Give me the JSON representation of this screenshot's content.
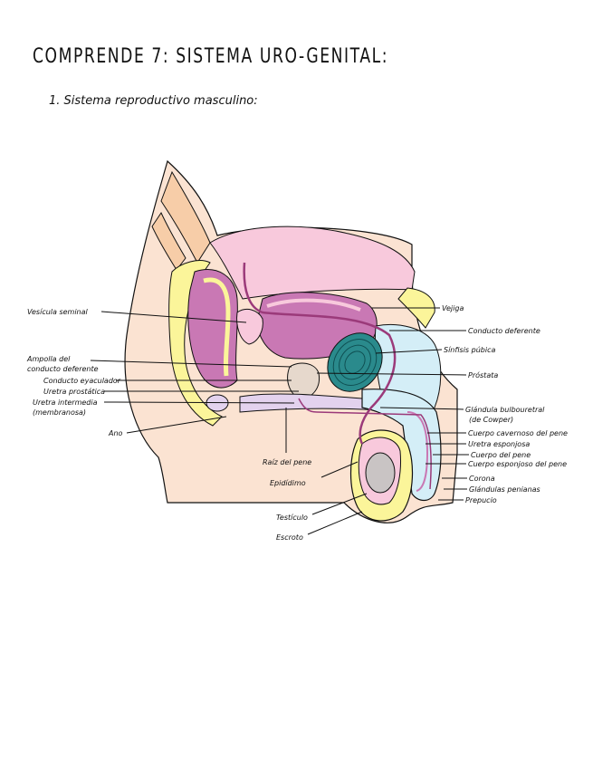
{
  "title": "COMPRENDE 7: SISTEMA URO-GENITAL:",
  "subtitle": "1. Sistema reproductivo masculino:",
  "labels": {
    "vesicula_seminal": "Vesícula seminal",
    "ampolla_1": "Ampolla del",
    "ampolla_2": "conducto deferente",
    "conducto_eyaculador": "Conducto eyaculador",
    "uretra_prostatica": "Uretra prostática",
    "uretra_intermedia_1": "Uretra intermedia",
    "uretra_intermedia_2": "(membranosa)",
    "ano": "Ano",
    "raiz_pene": "Raíz del pene",
    "epididimo": "Epidídimo",
    "testiculo": "Testículo",
    "escroto": "Escroto",
    "vejiga": "Vejiga",
    "conducto_deferente": "Conducto deferente",
    "sinfisis_pubica": "Sínfisis púbica",
    "prostata": "Próstata",
    "glandula_bulbouretral_1": "Glándula bulbouretral",
    "glandula_bulbouretral_2": "(de Cowper)",
    "cuerpo_cavernoso": "Cuerpo cavernoso del pene",
    "uretra_esponjosa": "Uretra esponjosa",
    "cuerpo_pene": "Cuerpo del pene",
    "cuerpo_esponjoso": "Cuerpo esponjoso del pene",
    "corona": "Corona",
    "glandulas_prepuciales": "Glándulas penianas",
    "prepucio": "Prepucio"
  },
  "colors": {
    "skin": "#fbe3d2",
    "pink": "#f8c9dc",
    "purple": "#c978b4",
    "yellow": "#fbf59a",
    "blue": "#d4eef7",
    "teal": "#2a8a8c",
    "lavender": "#e3d2ee",
    "grey": "#c9c4c4",
    "orange": "#f7cda8"
  }
}
